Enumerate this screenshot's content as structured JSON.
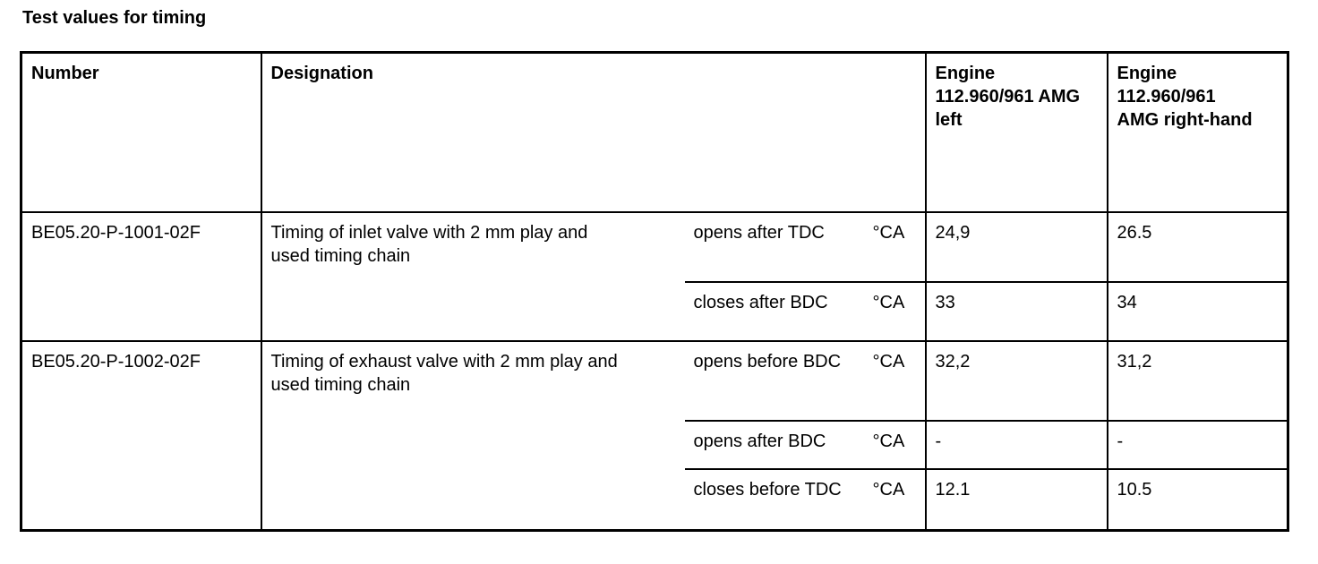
{
  "title": "Test values for timing",
  "table": {
    "headers": {
      "number": "Number",
      "designation": "Designation",
      "engine_left": "Engine\n112.960/961 AMG\nleft",
      "engine_right": "Engine\n112.960/961\nAMG right-hand"
    },
    "groups": [
      {
        "number": "BE05.20-P-1001-02F",
        "designation": "Timing of inlet valve with 2 mm play and\nused timing chain",
        "rows": [
          {
            "condition": "opens after TDC",
            "unit": "°CA",
            "engine_left": "24,9",
            "engine_right": "26.5"
          },
          {
            "condition": "closes after BDC",
            "unit": "°CA",
            "engine_left": "33",
            "engine_right": "34"
          }
        ]
      },
      {
        "number": "BE05.20-P-1002-02F",
        "designation": "Timing of exhaust valve with 2 mm play and\nused timing chain",
        "rows": [
          {
            "condition": "opens before BDC",
            "unit": "°CA",
            "engine_left": "32,2",
            "engine_right": "31,2"
          },
          {
            "condition": "opens after BDC",
            "unit": "°CA",
            "engine_left": "-",
            "engine_right": "-"
          },
          {
            "condition": "closes before TDC",
            "unit": "°CA",
            "engine_left": "12.1",
            "engine_right": "10.5"
          }
        ]
      }
    ]
  },
  "colors": {
    "text": "#000000",
    "border": "#000000",
    "background": "#ffffff"
  }
}
